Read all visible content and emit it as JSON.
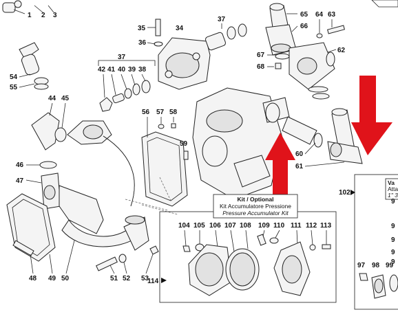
{
  "callouts": {
    "c1": "1",
    "c2": "2",
    "c3": "3",
    "c34": "34",
    "c35": "35",
    "c36": "36",
    "c37a": "37",
    "c37b": "37",
    "c38": "38",
    "c39": "39",
    "c40": "40",
    "c41": "41",
    "c42": "42",
    "c44": "44",
    "c45": "45",
    "c46": "46",
    "c47": "47",
    "c48": "48",
    "c49": "49",
    "c50": "50",
    "c51": "51",
    "c52": "52",
    "c53": "53",
    "c54": "54",
    "c55": "55",
    "c56": "56",
    "c57": "57",
    "c58": "58",
    "c59": "59",
    "c60": "60",
    "c61": "61",
    "c62": "62",
    "c63": "63",
    "c64": "64",
    "c65": "65",
    "c66": "66",
    "c67": "67",
    "c68": "68",
    "c97": "97",
    "c98": "98",
    "c99": "99",
    "c102": "102",
    "c104": "104",
    "c105": "105",
    "c106": "106",
    "c107": "107",
    "c108": "108",
    "c109": "109",
    "c110": "110",
    "c111": "111",
    "c112": "112",
    "c113": "113",
    "c114": "114"
  },
  "kit": {
    "title": "Kit / Optional",
    "line1": "Kit Accumulatore Pressione",
    "line2": "Pressure Accumulator Kit"
  },
  "side_box": {
    "title": "Va",
    "line1": "Atta",
    "line2": "1\" 3"
  },
  "side_numbers": [
    "9",
    "9",
    "9",
    "9",
    "9"
  ],
  "colors": {
    "arrow": "#e0131a",
    "line": "#222222"
  }
}
